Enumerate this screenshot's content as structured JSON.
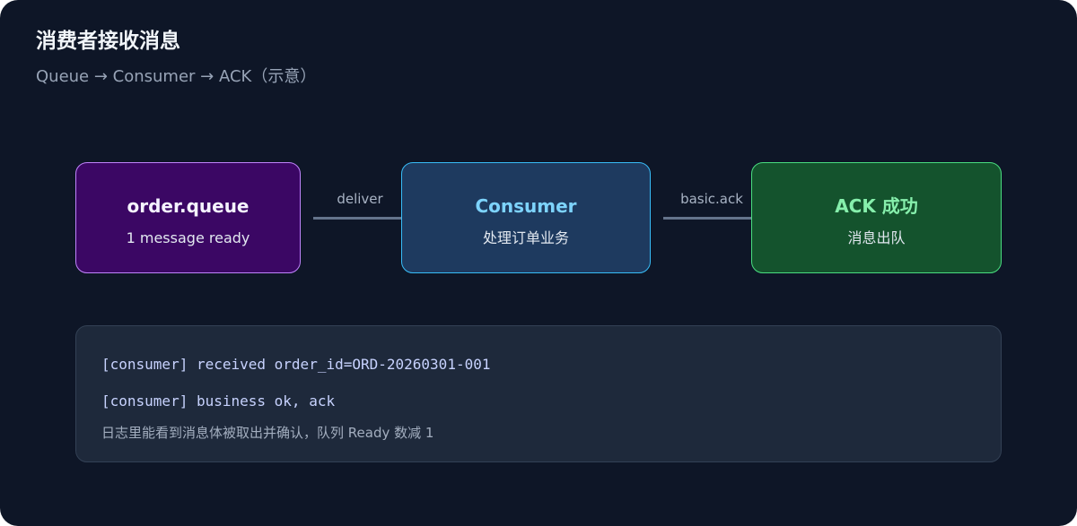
{
  "header": {
    "title": "消费者接收消息",
    "subtitle": "Queue → Consumer → ACK（示意）"
  },
  "nodes": [
    {
      "name": "order.queue",
      "desc": "1 message ready",
      "color": "#3b0764",
      "border": "#c084fc"
    },
    {
      "name": "Consumer",
      "desc": "处理订单业务",
      "color": "#1e3a5f",
      "border": "#38bdf8"
    },
    {
      "name": "ACK 成功",
      "desc": "消息出队",
      "color": "#14532d",
      "border": "#4ade80"
    }
  ],
  "edges": [
    {
      "label": "deliver",
      "from": "order.queue",
      "to": "Consumer"
    },
    {
      "label": "basic.ack",
      "from": "Consumer",
      "to": "ACK 成功"
    }
  ],
  "log": {
    "lines": [
      "[consumer] received order_id=ORD-20260301-001",
      "[consumer] business ok, ack"
    ],
    "note": "日志里能看到消息体被取出并确认，队列 Ready 数减 1"
  }
}
